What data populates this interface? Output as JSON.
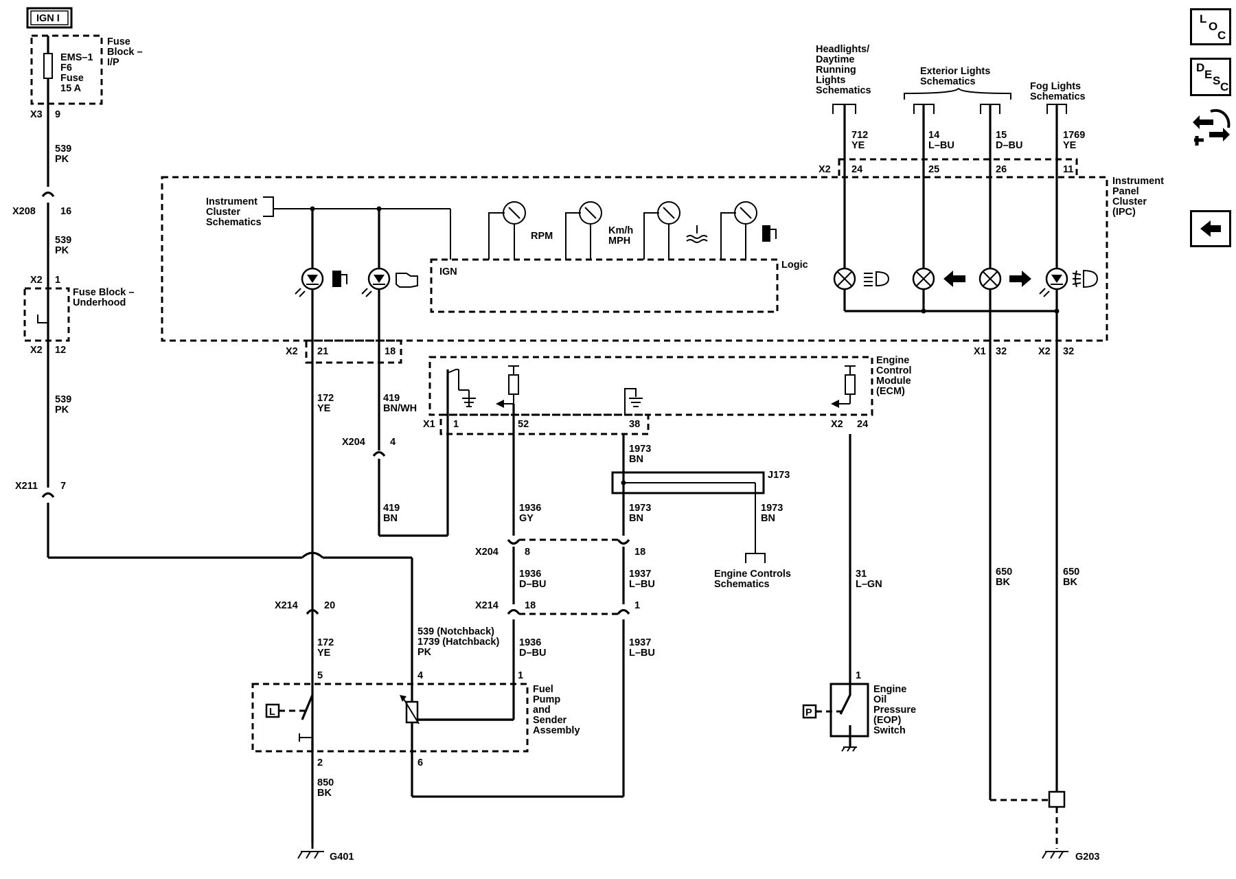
{
  "labels": {
    "ign": "IGN I",
    "fuse_ip_title": "Fuse\nBlock –\nI/P",
    "fuse_ip_desc": "EMS–1\nF6\nFuse\n15 A",
    "x3": "X3",
    "x3_pin": "9",
    "w539": "539\nPK",
    "x208": "X208",
    "x208_pin": "16",
    "x2": "X2",
    "x1": "X1",
    "p1": "1",
    "p2": "2",
    "p4": "4",
    "p5": "5",
    "p6": "6",
    "p7": "7",
    "p8": "8",
    "p11": "11",
    "p12": "12",
    "p18": "18",
    "p20": "20",
    "p21": "21",
    "p24": "24",
    "p25": "25",
    "p26": "26",
    "p32": "32",
    "p38": "38",
    "p52": "52",
    "fuse_uh": "Fuse Block –\nUnderhood",
    "x211": "X211",
    "x204": "X204",
    "x214": "X214",
    "ic_schem": "Instrument\nCluster\nSchematics",
    "ign_box": "IGN",
    "logic": "Logic",
    "rpm": "RPM",
    "kmh": "Km/h\nMPH",
    "ipc": "Instrument\nPanel\nCluster\n(IPC)",
    "headlights": "Headlights/\nDaytime\nRunning\nLights\nSchematics",
    "exterior": "Exterior Lights\nSchematics",
    "fog": "Fog Lights\nSchematics",
    "w712": "712\nYE",
    "w14": "14\nL–BU",
    "w15": "15\nD–BU",
    "w1769": "1769\nYE",
    "ecm": "Engine\nControl\nModule\n(ECM)",
    "w172": "172\nYE",
    "w419a": "419\nBN/WH",
    "w419b": "419\nBN",
    "w1973": "1973\nBN",
    "j173": "J173",
    "w1936gy": "1936\nGY",
    "w1936bu": "1936\nD–BU",
    "w1937": "1937\nL–BU",
    "ec_schem": "Engine Controls\nSchematics",
    "w31": "31\nL–GN",
    "w650": "650\nBK",
    "w539b": "539 (Notchback)\n1739 (Hatchback)\nPK",
    "fuel_pump": "Fuel\nPump\nand\nSender\nAssembly",
    "eop": "Engine\nOil\nPressure\n(EOP)\nSwitch",
    "w850": "850\nBK",
    "g401": "G401",
    "g203": "G203",
    "L": "L",
    "P": "P"
  },
  "sidebar": {
    "loc": [
      "L",
      "O",
      "C"
    ],
    "desc": [
      "D",
      "E",
      "S",
      "C"
    ]
  }
}
